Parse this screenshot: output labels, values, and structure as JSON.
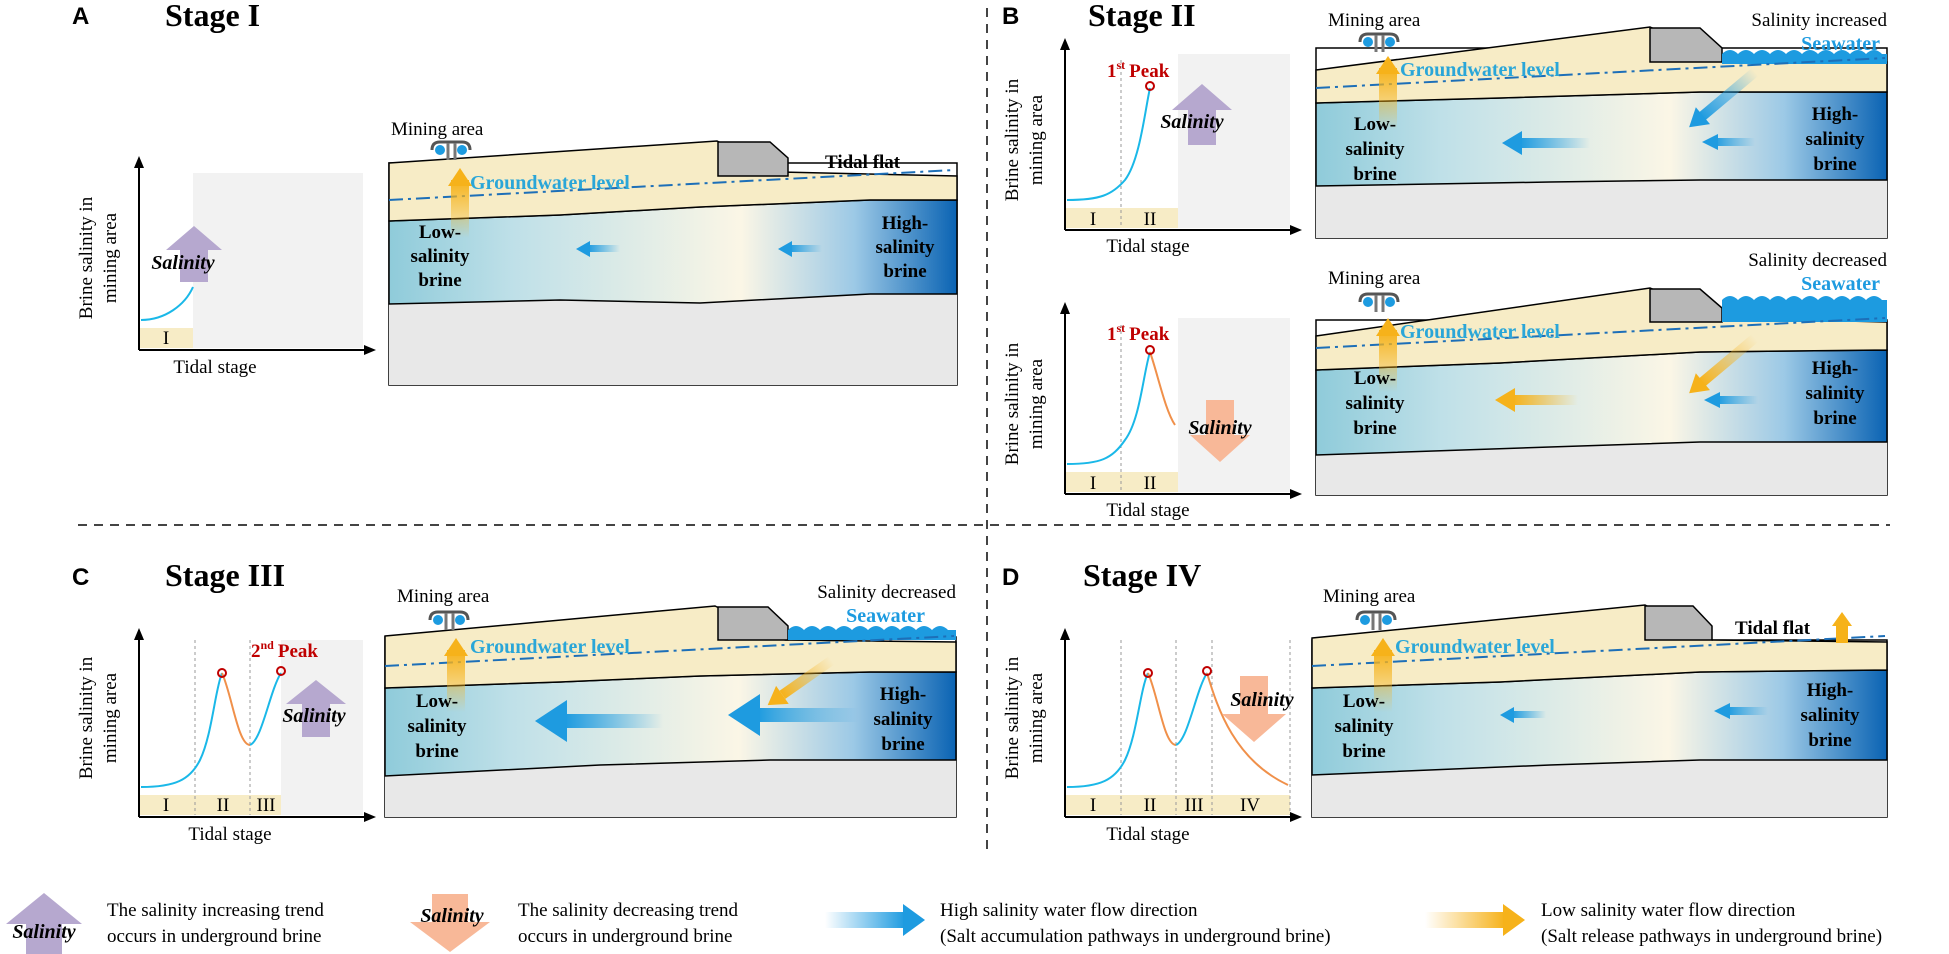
{
  "title_stage": {
    "A": "Stage I",
    "B": "Stage II",
    "C": "Stage III",
    "D": "Stage IV"
  },
  "panel_letters": {
    "A": "A",
    "B": "B",
    "C": "C",
    "D": "D"
  },
  "labels": {
    "mining_area": "Mining area",
    "groundwater_level": "Groundwater level",
    "tidal_flat": "Tidal flat",
    "seawater": "Seawater",
    "salinity_increased": "Salinity increased",
    "salinity_decreased": "Salinity decreased",
    "low_salinity_brine": [
      "Low-",
      "salinity",
      "brine"
    ],
    "high_salinity_brine": [
      "High-",
      "salinity",
      "brine"
    ],
    "ylabel": [
      "Brine salinity in",
      "mining area"
    ],
    "xlabel": "Tidal stage",
    "salinity": "Salinity",
    "first_peak": {
      "num": "1",
      "sup": "st",
      "word": "Peak"
    },
    "second_peak": {
      "num": "2",
      "sup": "nd",
      "word": "Peak"
    },
    "stages": [
      "I",
      "II",
      "III",
      "IV"
    ]
  },
  "legend": {
    "increase_1": "The salinity increasing trend",
    "increase_2": "occurs in underground brine",
    "decrease_1": "The salinity decreasing trend",
    "decrease_2": "occurs in underground brine",
    "high_flow_1": "High salinity water flow direction",
    "high_flow_2": "(Salt accumulation pathways in underground brine)",
    "low_flow_1": "Low salinity water flow direction",
    "low_flow_2": "(Salt release pathways in underground brine)"
  },
  "colors": {
    "sand": "#f7ecc6",
    "brine_low": "#8fcbda",
    "brine_high": "#0a63b3",
    "bedrock": "#e8e8e8",
    "sea": "#1d9be0",
    "curve_up": "#1ab8e8",
    "curve_down": "#f0904a",
    "increase_arrow": "#b6a8cf",
    "decrease_arrow": "#f8b898",
    "peak_red": "#c00000",
    "gw_text": "#2aa6d8"
  }
}
